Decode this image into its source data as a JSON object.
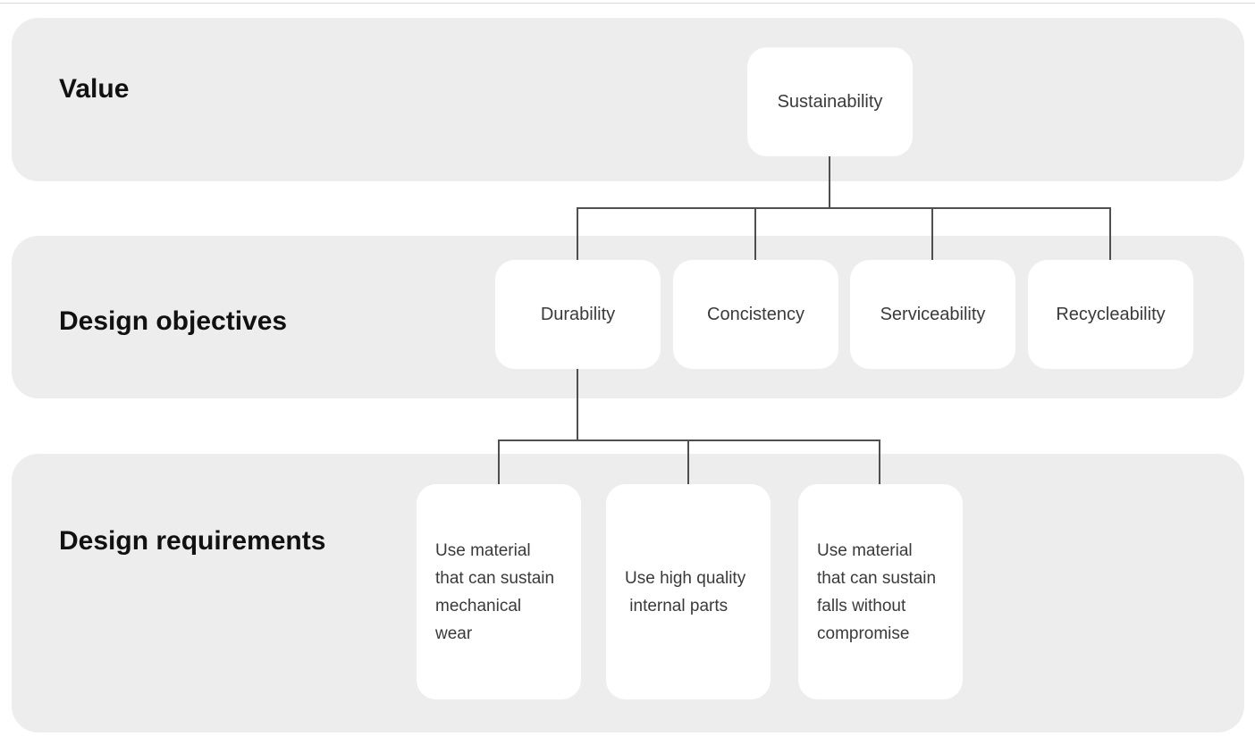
{
  "diagram": {
    "rows": [
      {
        "label": "Value"
      },
      {
        "label": "Design objectives"
      },
      {
        "label": "Design requirements"
      }
    ],
    "root_node": {
      "label": "Sustainability"
    },
    "objective_nodes": [
      {
        "label": "Durability"
      },
      {
        "label": "Concistency"
      },
      {
        "label": "Serviceability"
      },
      {
        "label": "Recycleability"
      }
    ],
    "requirement_nodes": [
      {
        "lines": [
          "Use material",
          "that can sustain",
          "mechanical",
          "wear"
        ]
      },
      {
        "lines": [
          "Use high quality",
          " internal parts"
        ]
      },
      {
        "lines": [
          "Use material",
          "that can sustain",
          "falls without",
          "compromise"
        ]
      }
    ],
    "colors": {
      "band_bg": "#ededed",
      "node_bg": "#ffffff",
      "connector": "#4f4f4f",
      "band_label": "#111111",
      "node_text": "#3a3a3a",
      "top_rule": "#dadada"
    }
  }
}
